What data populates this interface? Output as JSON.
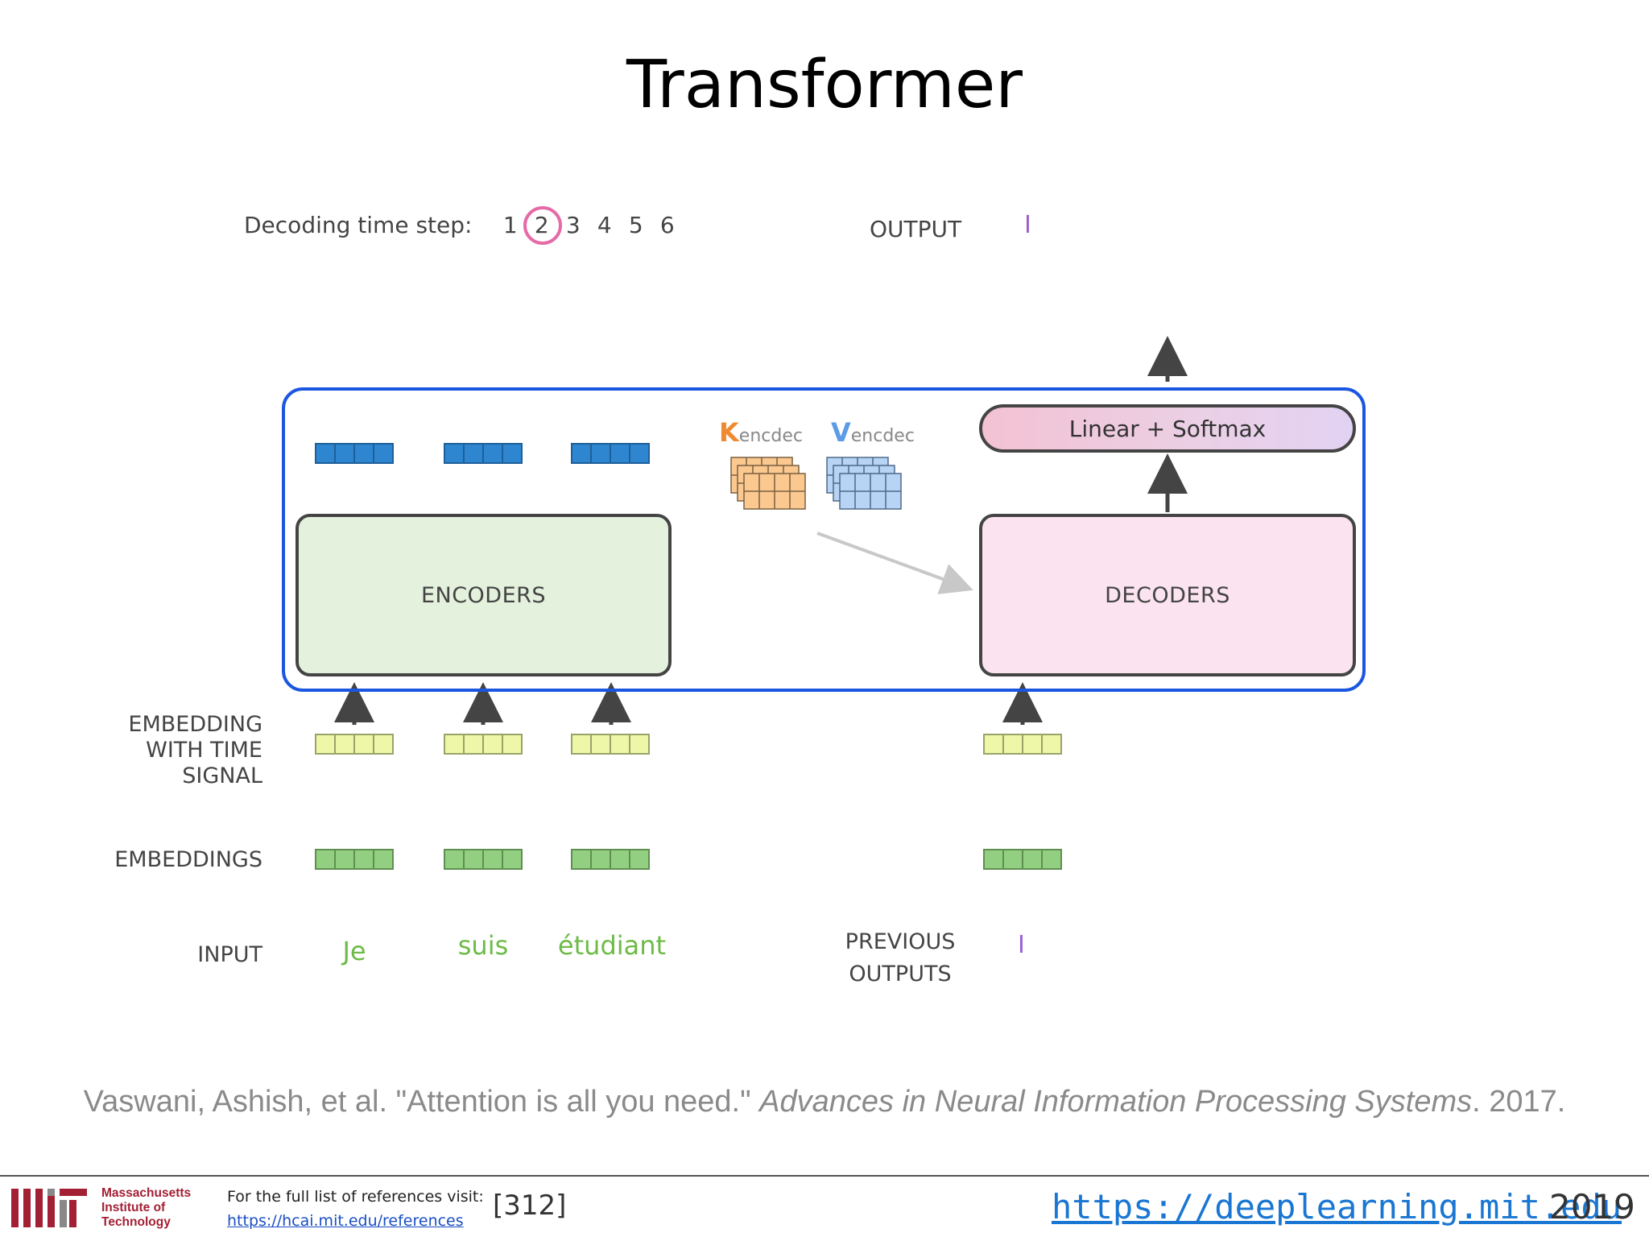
{
  "slide": {
    "title": "Transformer",
    "citation_plain1": "Vaswani, Ashish, et al. \"Attention is all you need.\" ",
    "citation_italic": "Advances in Neural Information Processing Systems",
    "citation_plain2": ". 2017."
  },
  "diagram": {
    "decoding_label": "Decoding time step:",
    "steps": [
      "1",
      "2",
      "3",
      "4",
      "5",
      "6"
    ],
    "current_step": "2",
    "output_label": "OUTPUT",
    "output_value": "I",
    "encoders_label": "ENCODERS",
    "decoders_label": "DECODERS",
    "linear_softmax_label": "Linear + Softmax",
    "k_letter": "K",
    "k_sub": "encdec",
    "v_letter": "V",
    "v_sub": "encdec",
    "embedding_time_label": [
      "EMBEDDING",
      "WITH TIME",
      "SIGNAL"
    ],
    "embeddings_label": "EMBEDDINGS",
    "input_label": "INPUT",
    "input_words": [
      "Je",
      "suis",
      "étudiant"
    ],
    "previous_outputs_label": [
      "PREVIOUS",
      "OUTPUTS"
    ],
    "previous_output_value": "I",
    "colors": {
      "frame": "#1a56e0",
      "encoder_fill": "#e4f1dd",
      "decoder_fill": "#fbe4ef",
      "step_highlight": "#e56aa8",
      "k_color": "#f08a30",
      "v_color": "#5b9be8",
      "input_word_color": "#6dbb47",
      "output_color": "#9b5fd0"
    }
  },
  "footer": {
    "mit_name": [
      "Massachusetts",
      "Institute of",
      "Technology"
    ],
    "refs_text": "For the full list of references visit:",
    "refs_link": "https://hcai.mit.edu/references",
    "ref_number": "[312]",
    "site": "https://deeplearning.mit.edu",
    "year": "2019"
  }
}
